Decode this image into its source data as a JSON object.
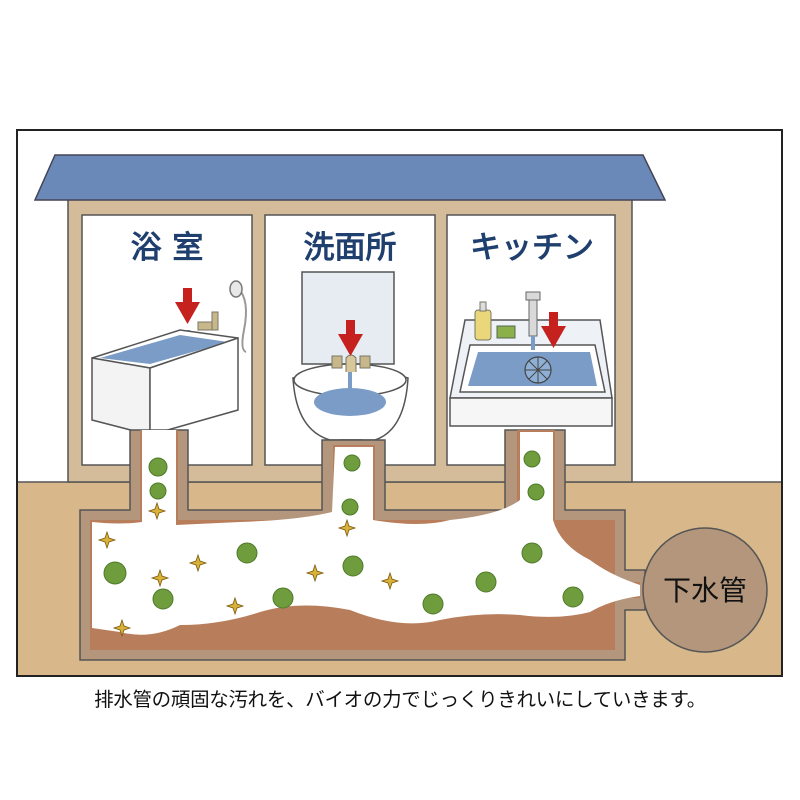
{
  "rooms": {
    "bathroom": "浴 室",
    "washroom": "洗面所",
    "kitchen": "キッチン"
  },
  "sewer_label": "下水管",
  "caption": "排水管の頑固な汚れを、バイオの力でじっくりきれいにしていきます。",
  "colors": {
    "roof": "#6a89b9",
    "wall": "#d4bc9b",
    "ground": "#d8b88a",
    "pipe_dirt": "#b87e5c",
    "water": "#7b9cc7",
    "arrow": "#c5211f",
    "microbe": "#6f9c3c",
    "sewer": "#b3967b"
  },
  "icons": [
    "down-arrow-icon",
    "microbe-icon",
    "sparkle-icon"
  ]
}
